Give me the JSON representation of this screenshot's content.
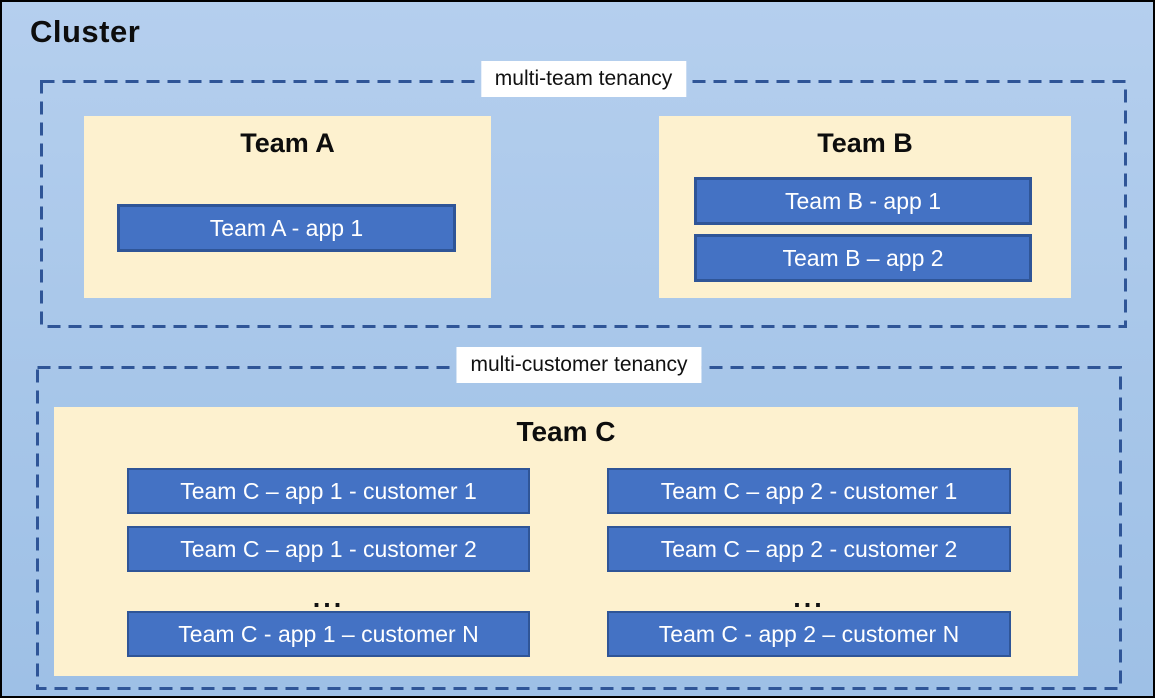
{
  "cluster": {
    "title": "Cluster",
    "sections": [
      {
        "label": "multi-team tenancy",
        "teams": [
          {
            "name": "Team A",
            "apps": [
              "Team A - app 1"
            ]
          },
          {
            "name": "Team B",
            "apps": [
              "Team B - app 1",
              "Team B – app 2"
            ]
          }
        ]
      },
      {
        "label": "multi-customer tenancy",
        "teams": [
          {
            "name": "Team C",
            "columns": [
              {
                "apps": [
                  "Team C – app 1 - customer 1",
                  "Team C – app 1 - customer 2",
                  "Team C - app 1 – customer N"
                ],
                "ellipsis": "..."
              },
              {
                "apps": [
                  "Team C – app 2 - customer 1",
                  "Team C – app 2 - customer 2",
                  "Team C - app 2 – customer N"
                ],
                "ellipsis": "..."
              }
            ]
          }
        ]
      }
    ],
    "colors": {
      "canvas_background_top": "#B5CFEE",
      "canvas_background_bottom": "#9EC0E6",
      "team_panel_fill": "#FDF1CF",
      "app_box_fill": "#4472C4",
      "app_box_border": "#2F5597",
      "dashed_border": "#2F5597",
      "label_background": "#FFFFFF",
      "app_text": "#FFFFFF",
      "title_text": "#0d0d0d",
      "outer_border": "#000000"
    }
  }
}
